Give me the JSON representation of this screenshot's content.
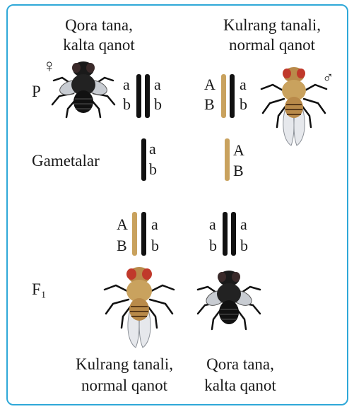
{
  "parents": {
    "female": {
      "phenotype_line1": "Qora tana,",
      "phenotype_line2": "kalta qanot",
      "sex_symbol": "♀",
      "chrom_left": [
        "a",
        "b"
      ],
      "chrom_right": [
        "a",
        "b"
      ]
    },
    "male": {
      "phenotype_line1": "Kulrang tanali,",
      "phenotype_line2": "normal qanot",
      "sex_symbol": "♂",
      "chrom_left": [
        "A",
        "B"
      ],
      "chrom_right": [
        "a",
        "b"
      ]
    }
  },
  "labels": {
    "p": "P",
    "gametes": "Gametalar",
    "f1": "F₁"
  },
  "gametes": {
    "female": [
      "a",
      "b"
    ],
    "male": [
      "A",
      "B"
    ]
  },
  "offspring": {
    "grey": {
      "phenotype_line1": "Kulrang tanali,",
      "phenotype_line2": "normal qanot",
      "chrom_left": [
        "A",
        "B"
      ],
      "chrom_right": [
        "a",
        "b"
      ]
    },
    "black": {
      "phenotype_line1": "Qora tana,",
      "phenotype_line2": "kalta qanot",
      "chrom_left": [
        "a",
        "b"
      ],
      "chrom_right": [
        "a",
        "b"
      ]
    }
  },
  "colors": {
    "frame": "#2fa8d8",
    "dominant_chromosome": "#c9a25e",
    "recessive_chromosome": "#111111",
    "grey_body": "#c9a25e",
    "black_body": "#1a1a1a"
  }
}
